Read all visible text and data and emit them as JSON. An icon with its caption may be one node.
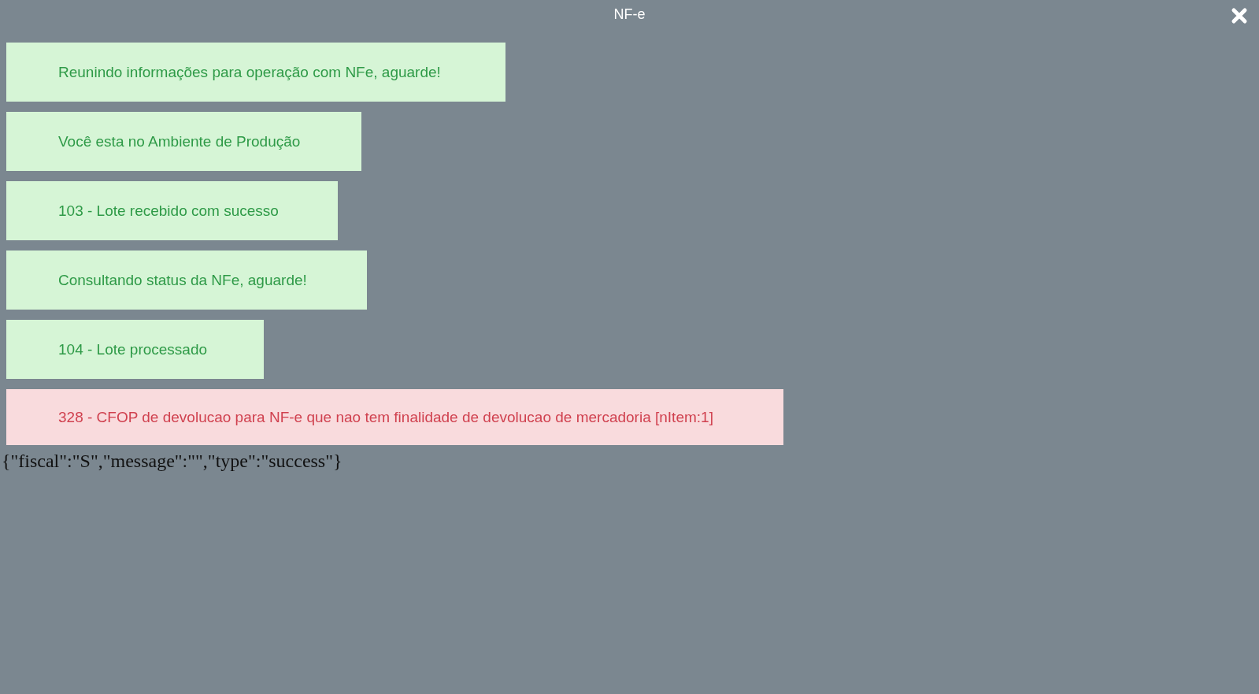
{
  "diagram": {
    "title": "NF-e",
    "nodes": [
      {
        "text": [
          "Reunindo informações para operação com NFe, aguarde!"
        ]
      },
      {
        "text": [
          "Você esta no Ambiente de Produção"
        ]
      },
      {
        "text": [
          "103 - Lote recebido com sucesso"
        ]
      },
      {
        "text": [
          "Consultando status da NFe, aguarde!"
        ]
      },
      {
        "text": [
          "104 - Lote processado"
        ]
      },
      {
        "text": [
          "328 - CFOP de devolucao para NF-e que nao tem finalidade de devolucao de mercadoria [nItem:1]"
        ]
      }
    ],
    "labels": [
      "{\"fiscal\":\"S\",\"message\":\"\",\"type\":\"success\"}"
    ]
  }
}
